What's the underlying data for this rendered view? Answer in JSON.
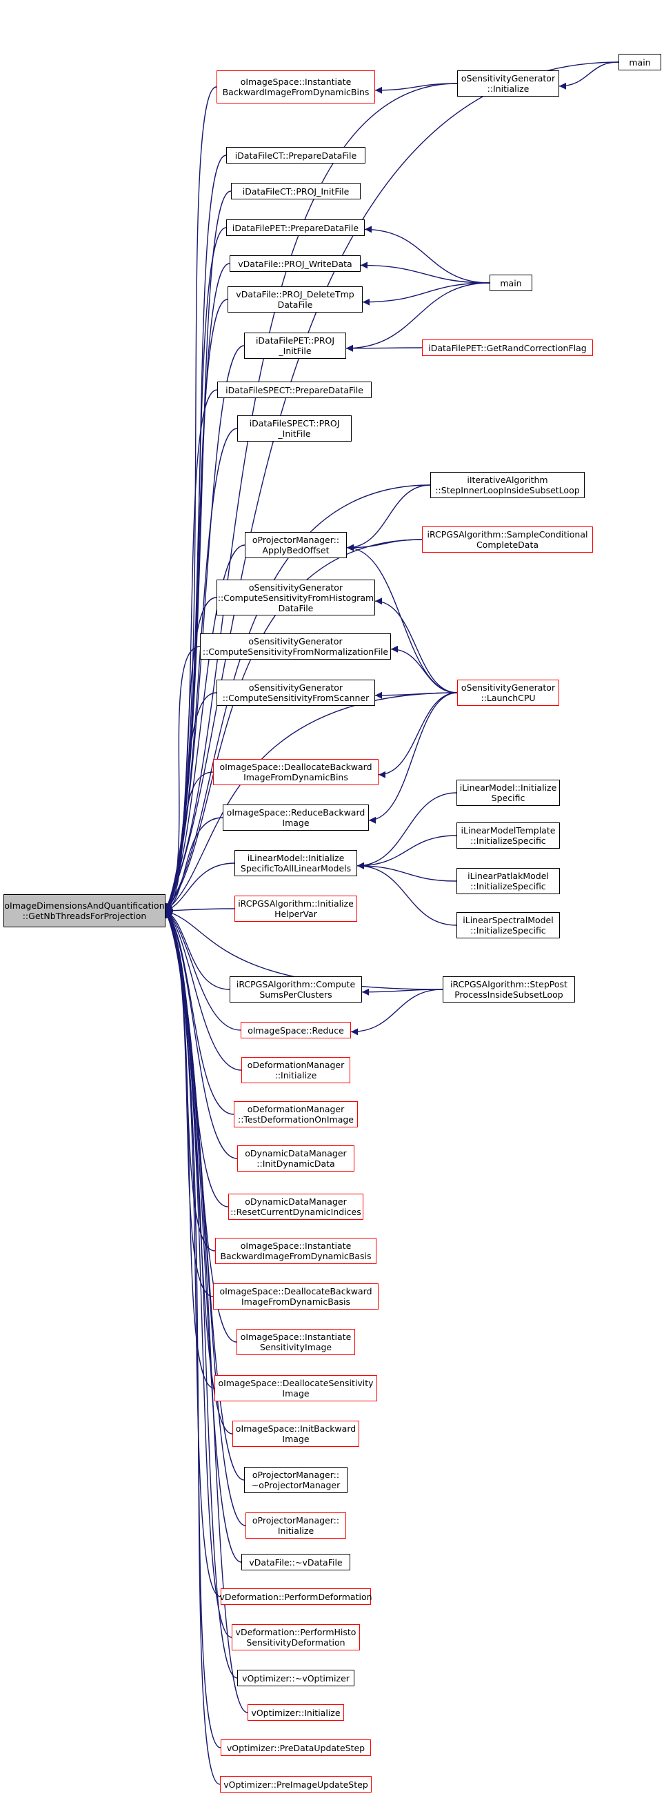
{
  "colors": {
    "edge": "#191970",
    "border": "#000000",
    "truncated_border": "#ff0000",
    "root_fill": "#bfbfbf",
    "node_fill": "#ffffff"
  },
  "nodes": {
    "root": "oImageDimensionsAndQuantification\n::GetNbThreadsForProjection",
    "main_top": "main",
    "main_mid": "main",
    "instBwdDynBins": "oImageSpace::Instantiate\nBackwardImageFromDynamicBins",
    "sensGenInit": "oSensitivityGenerator\n::Initialize",
    "ctPrepare": "iDataFileCT::PrepareDataFile",
    "ctProjInit": "iDataFileCT::PROJ_InitFile",
    "petPrepare": "iDataFilePET::PrepareDataFile",
    "vdfWrite": "vDataFile::PROJ_WriteData",
    "vdfDeleteTmp": "vDataFile::PROJ_DeleteTmp\nDataFile",
    "petProjInit": "iDataFilePET::PROJ\n_InitFile",
    "petRandCorr": "iDataFilePET::GetRandCorrectionFlag",
    "spectPrepare": "iDataFileSPECT::PrepareDataFile",
    "spectProjInit": "iDataFileSPECT::PROJ\n_InitFile",
    "iterStepInner": "iIterativeAlgorithm\n::StepInnerLoopInsideSubsetLoop",
    "projApplyBed": "oProjectorManager::\nApplyBedOffset",
    "rcpgsSampleCond": "iRCPGSAlgorithm::SampleConditional\nCompleteData",
    "sensFromHist": "oSensitivityGenerator\n::ComputeSensitivityFromHistogram\nDataFile",
    "sensFromNorm": "oSensitivityGenerator\n::ComputeSensitivityFromNormalizationFile",
    "sensFromScanner": "oSensitivityGenerator\n::ComputeSensitivityFromScanner",
    "sensLaunchCPU": "oSensitivityGenerator\n::LaunchCPU",
    "deallocBwdDynBins": "oImageSpace::DeallocateBackward\nImageFromDynamicBins",
    "reduceBwd": "oImageSpace::ReduceBackward\nImage",
    "linInitSpecific": "iLinearModel::Initialize\nSpecific",
    "linInitAll": "iLinearModel::Initialize\nSpecificToAllLinearModels",
    "linTemplateInit": "iLinearModelTemplate\n::InitializeSpecific",
    "linPatlakInit": "iLinearPatlakModel\n::InitializeSpecific",
    "linSpectralInit": "iLinearSpectralModel\n::InitializeSpecific",
    "rcpgsHelper": "iRCPGSAlgorithm::Initialize\nHelperVar",
    "rcpgsComputeSums": "iRCPGSAlgorithm::Compute\nSumsPerClusters",
    "rcpgsStepPost": "iRCPGSAlgorithm::StepPost\nProcessInsideSubsetLoop",
    "imgReduce": "oImageSpace::Reduce",
    "defInit": "oDeformationManager\n::Initialize",
    "defTest": "oDeformationManager\n::TestDeformationOnImage",
    "dynInit": "oDynamicDataManager\n::InitDynamicData",
    "dynReset": "oDynamicDataManager\n::ResetCurrentDynamicIndices",
    "instBwdDynBasis": "oImageSpace::Instantiate\nBackwardImageFromDynamicBasis",
    "deallocBwdDynBasis": "oImageSpace::DeallocateBackward\nImageFromDynamicBasis",
    "instSens": "oImageSpace::Instantiate\nSensitivityImage",
    "deallocSens": "oImageSpace::DeallocateSensitivity\nImage",
    "initBwd": "oImageSpace::InitBackward\nImage",
    "projDtor": "oProjectorManager::\n~oProjectorManager",
    "projInit": "oProjectorManager::\nInitialize",
    "vdfDtor": "vDataFile::~vDataFile",
    "vdefPerform": "vDeformation::PerformDeformation",
    "vdefHisto": "vDeformation::PerformHisto\nSensitivityDeformation",
    "voptDtor": "vOptimizer::~vOptimizer",
    "voptInit": "vOptimizer::Initialize",
    "voptPreData": "vOptimizer::PreDataUpdateStep",
    "voptPreImage": "vOptimizer::PreImageUpdateStep"
  }
}
